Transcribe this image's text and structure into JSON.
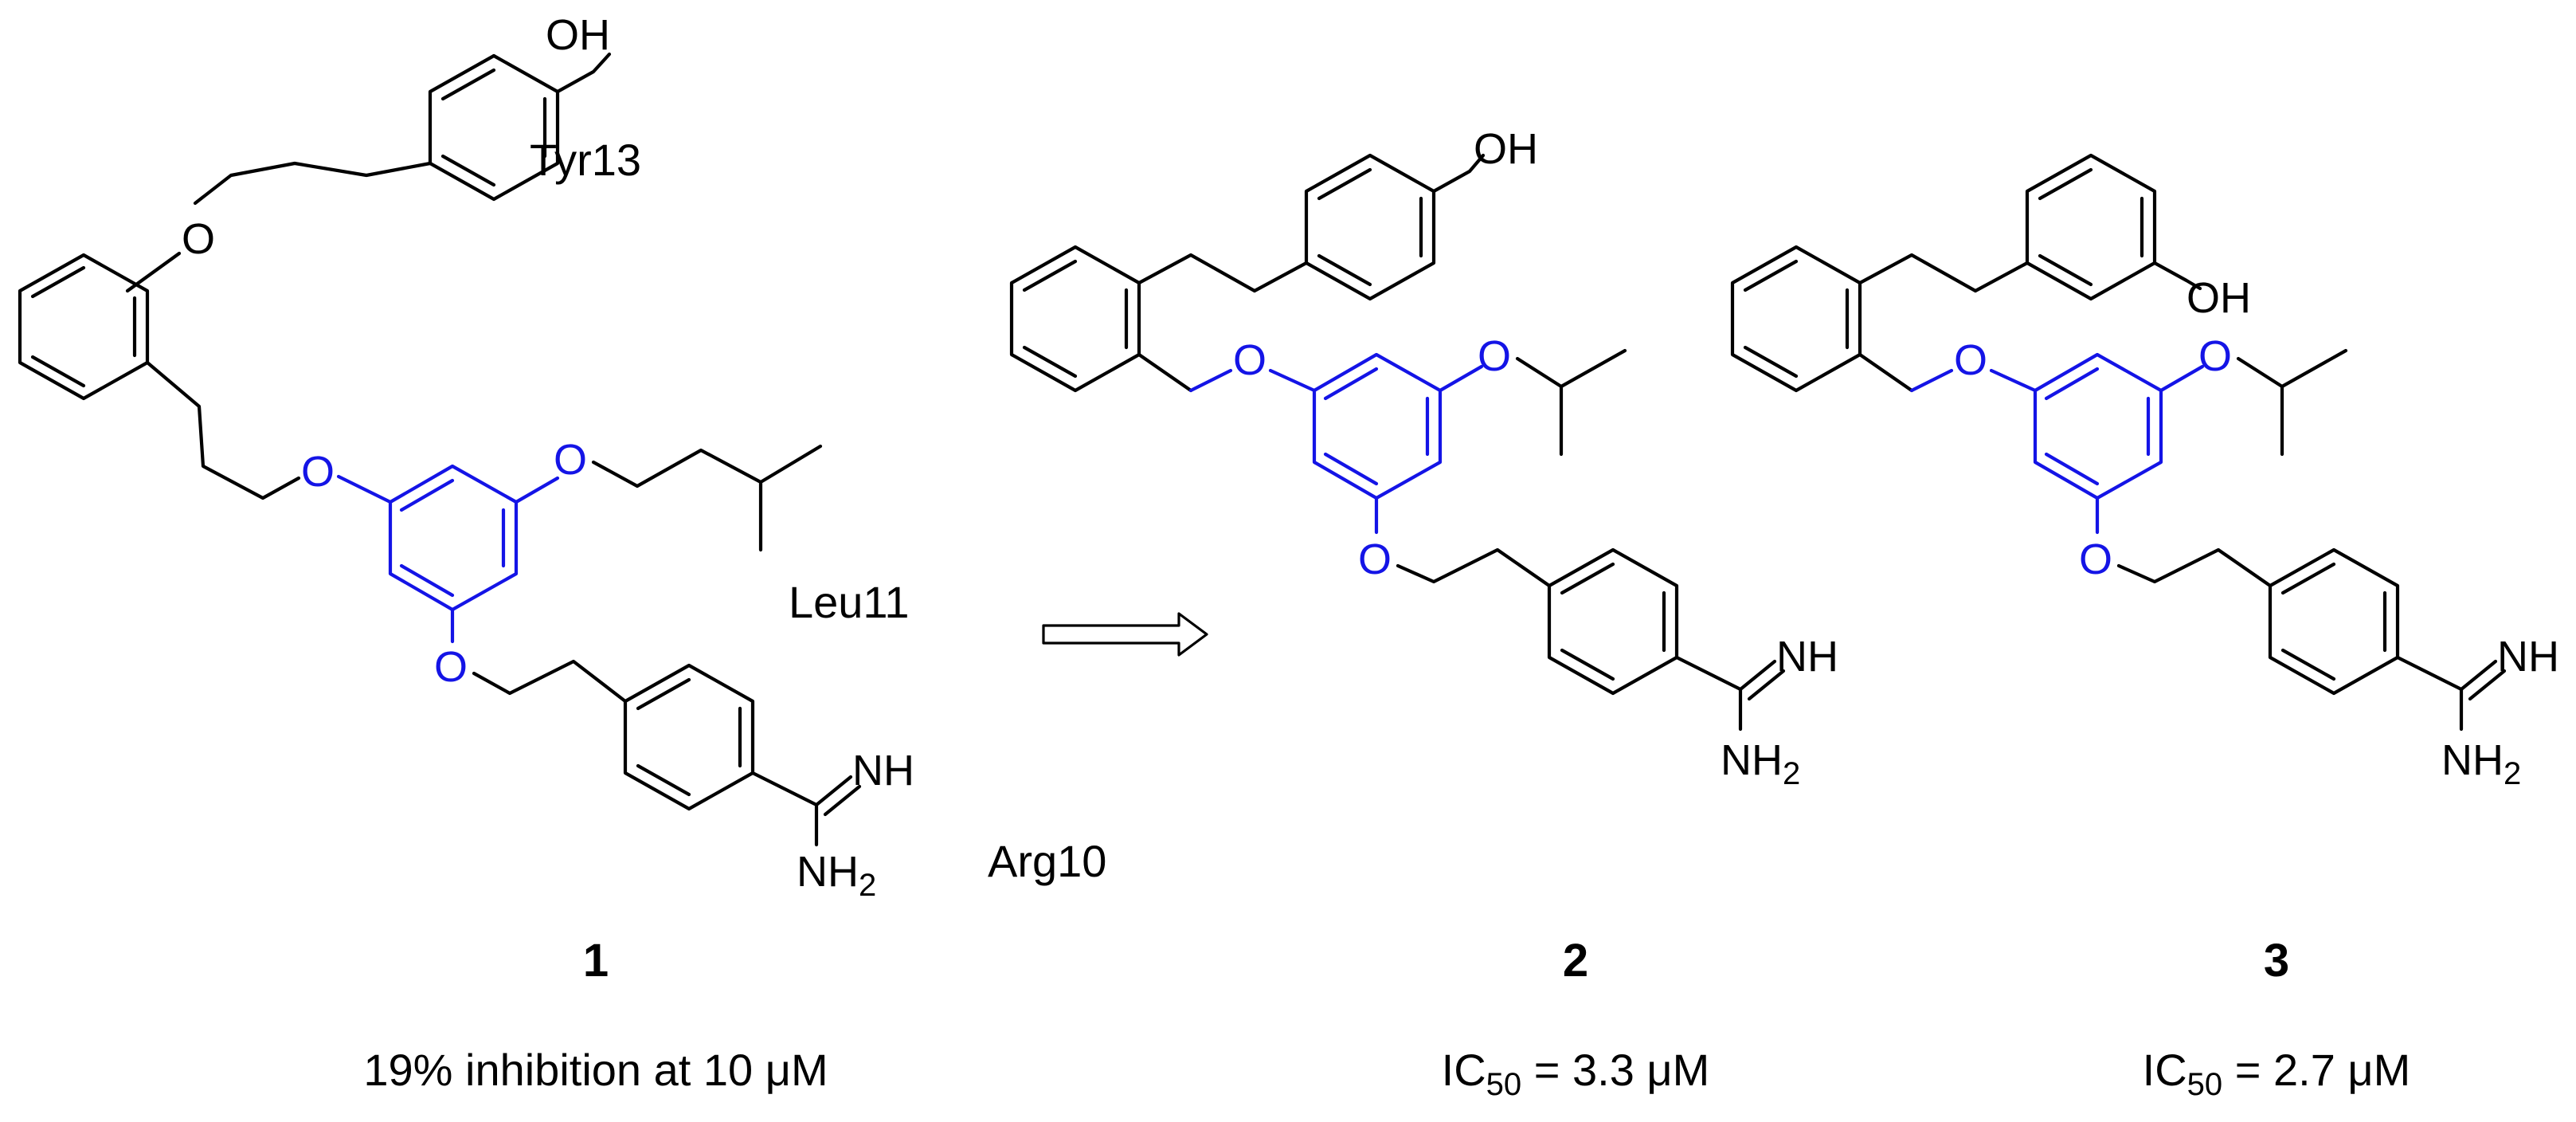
{
  "atoms": {
    "oh": "OH",
    "o": "O",
    "nh": "NH",
    "nh2_main": "NH",
    "nh2_sub": "2"
  },
  "residues": {
    "tyr": "Tyr13",
    "leu": "Leu11",
    "arg": "Arg10"
  },
  "compounds": [
    {
      "number": "1",
      "activity": "19% inhibition at 10 μM"
    },
    {
      "number": "2",
      "activity_prefix": "IC",
      "activity_sub": "50",
      "activity_suffix": " = 3.3 μM"
    },
    {
      "number": "3",
      "activity_prefix": "IC",
      "activity_sub": "50",
      "activity_suffix": " = 2.7 μM"
    }
  ],
  "colors": {
    "scaffold": "#1414e6",
    "bonds": "#000000"
  },
  "icons": {
    "transformation": "open-arrow-icon"
  }
}
